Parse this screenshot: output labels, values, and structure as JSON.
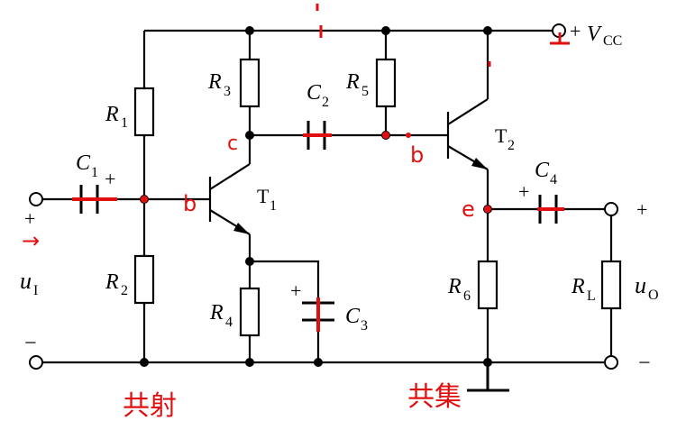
{
  "labels": {
    "vcc_plus": "+",
    "vcc_v": "V",
    "vcc_sub": "CC",
    "r1": "R",
    "r1_sub": "1",
    "r2": "R",
    "r2_sub": "2",
    "r3": "R",
    "r3_sub": "3",
    "r4": "R",
    "r4_sub": "4",
    "r5": "R",
    "r5_sub": "5",
    "r6": "R",
    "r6_sub": "6",
    "rl": "R",
    "rl_sub": "L",
    "c1": "C",
    "c1_sub": "1",
    "c1_plus": "+",
    "c2": "C",
    "c2_sub": "2",
    "c3": "C",
    "c3_sub": "3",
    "c3_plus": "+",
    "c4": "C",
    "c4_sub": "4",
    "c4_plus": "+",
    "t1": "T",
    "t1_sub": "1",
    "t2": "T",
    "t2_sub": "2",
    "ui": "u",
    "ui_sub": "I",
    "uo": "u",
    "uo_sub": "O",
    "in_plus": "+",
    "in_minus": "−",
    "out_plus": "+",
    "out_minus": "−"
  },
  "annotations": {
    "common_emitter": "共射",
    "common_collector": "共集",
    "mark_c": "c",
    "mark_b1": "b",
    "mark_b2": "b",
    "mark_e": "e",
    "arrow": "→"
  },
  "colors": {
    "wire": "#000000",
    "ink": "#e01010"
  }
}
